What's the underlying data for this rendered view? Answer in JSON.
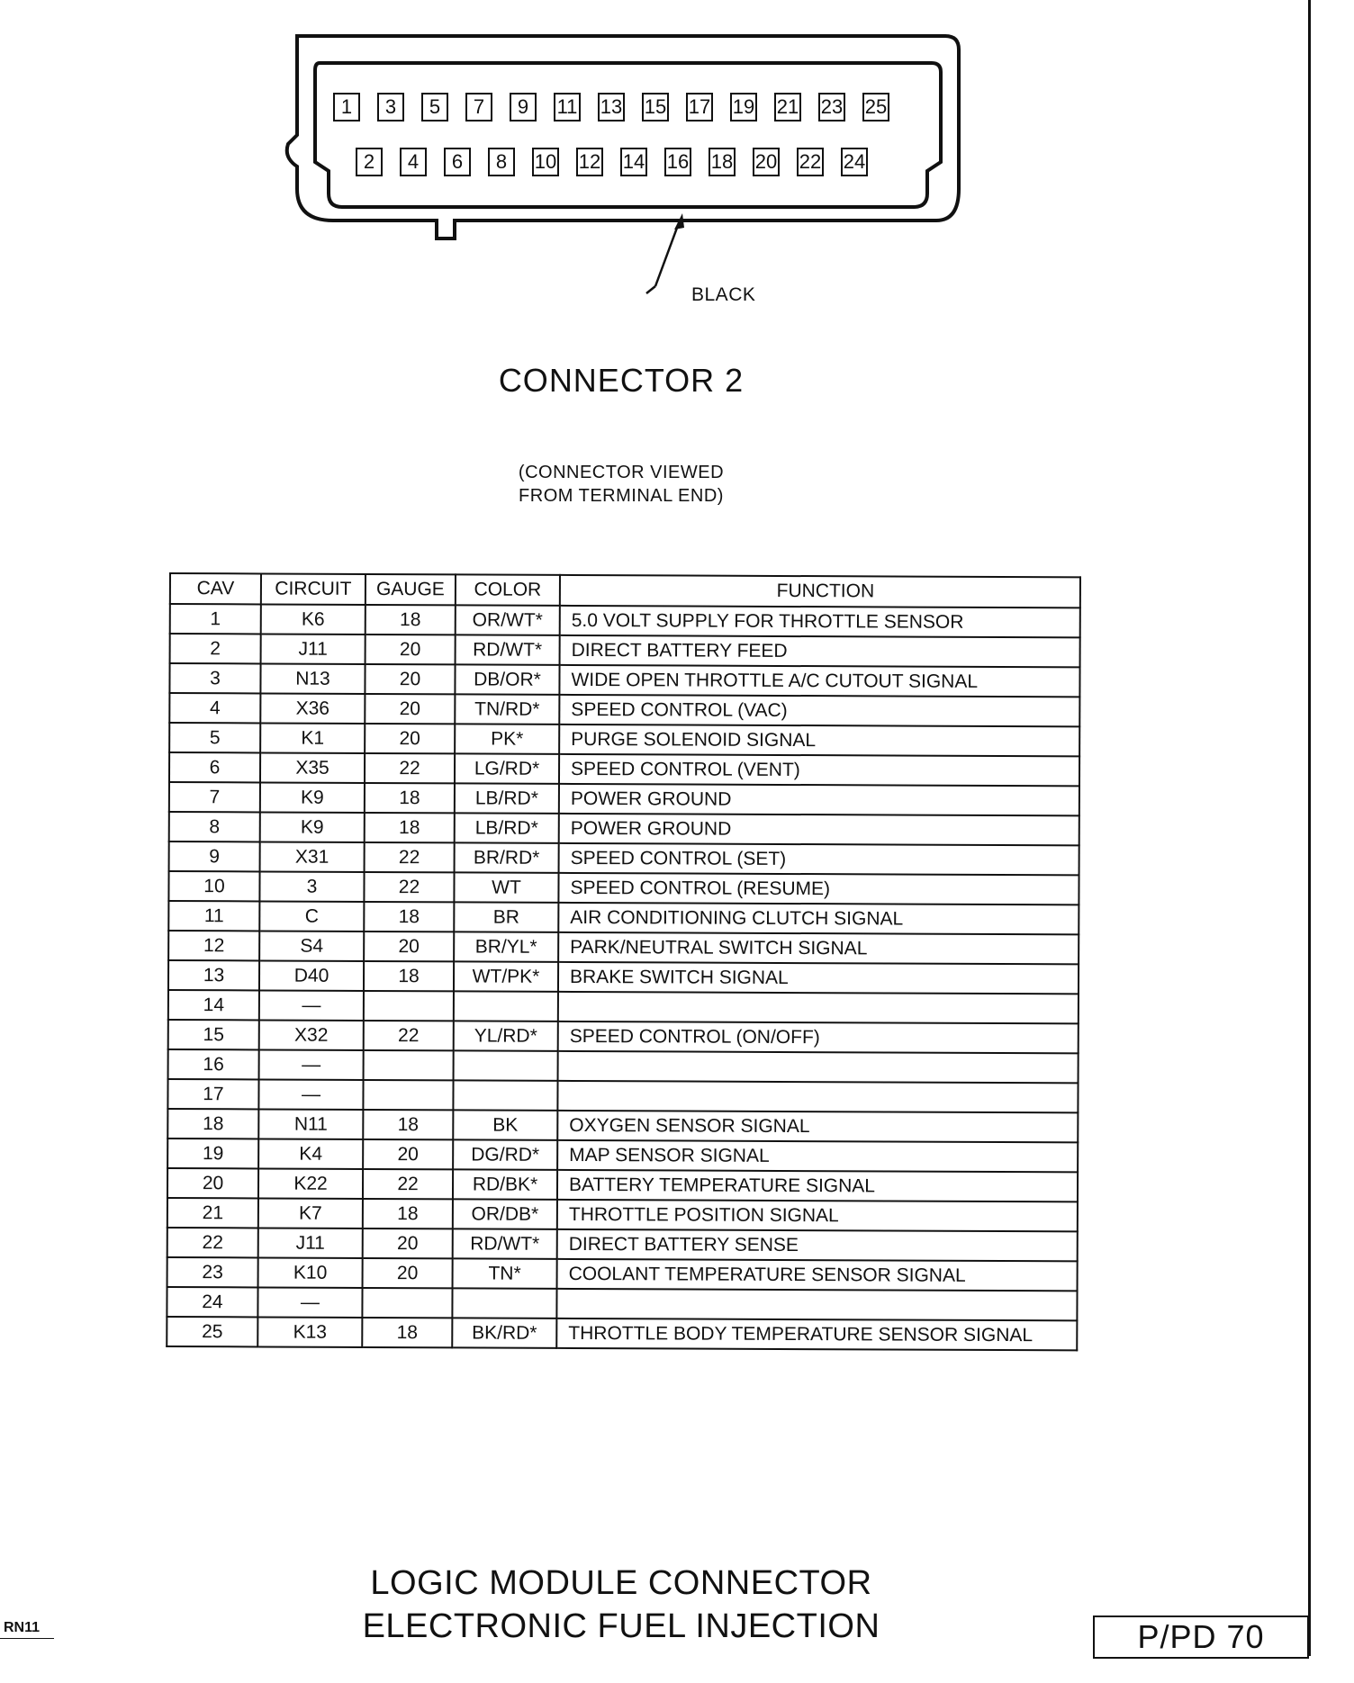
{
  "connector": {
    "top_row_pins": [
      "1",
      "3",
      "5",
      "7",
      "9",
      "11",
      "13",
      "15",
      "17",
      "19",
      "21",
      "23",
      "25"
    ],
    "bottom_row_pins": [
      "2",
      "4",
      "6",
      "8",
      "10",
      "12",
      "14",
      "16",
      "18",
      "20",
      "22",
      "24"
    ],
    "color_label": "BLACK"
  },
  "connector_title": "CONNECTOR 2",
  "view_note": {
    "line1": "(CONNECTOR VIEWED",
    "line2": "FROM TERMINAL END)"
  },
  "table": {
    "headers": {
      "cav": "CAV",
      "circuit": "CIRCUIT",
      "gauge": "GAUGE",
      "color": "COLOR",
      "function": "FUNCTION"
    },
    "rows": [
      {
        "cav": "1",
        "circuit": "K6",
        "gauge": "18",
        "color": "OR/WT*",
        "function": "5.0 VOLT SUPPLY FOR THROTTLE SENSOR"
      },
      {
        "cav": "2",
        "circuit": "J11",
        "gauge": "20",
        "color": "RD/WT*",
        "function": "DIRECT BATTERY FEED"
      },
      {
        "cav": "3",
        "circuit": "N13",
        "gauge": "20",
        "color": "DB/OR*",
        "function": "WIDE OPEN THROTTLE A/C CUTOUT SIGNAL"
      },
      {
        "cav": "4",
        "circuit": "X36",
        "gauge": "20",
        "color": "TN/RD*",
        "function": "SPEED CONTROL (VAC)"
      },
      {
        "cav": "5",
        "circuit": "K1",
        "gauge": "20",
        "color": "PK*",
        "function": "PURGE SOLENOID SIGNAL"
      },
      {
        "cav": "6",
        "circuit": "X35",
        "gauge": "22",
        "color": "LG/RD*",
        "function": "SPEED CONTROL (VENT)"
      },
      {
        "cav": "7",
        "circuit": "K9",
        "gauge": "18",
        "color": "LB/RD*",
        "function": "POWER GROUND"
      },
      {
        "cav": "8",
        "circuit": "K9",
        "gauge": "18",
        "color": "LB/RD*",
        "function": "POWER GROUND"
      },
      {
        "cav": "9",
        "circuit": "X31",
        "gauge": "22",
        "color": "BR/RD*",
        "function": "SPEED CONTROL (SET)"
      },
      {
        "cav": "10",
        "circuit": "3",
        "gauge": "22",
        "color": "WT",
        "function": "SPEED CONTROL (RESUME)"
      },
      {
        "cav": "11",
        "circuit": "C",
        "gauge": "18",
        "color": "BR",
        "function": "AIR CONDITIONING CLUTCH SIGNAL"
      },
      {
        "cav": "12",
        "circuit": "S4",
        "gauge": "20",
        "color": "BR/YL*",
        "function": "PARK/NEUTRAL SWITCH SIGNAL"
      },
      {
        "cav": "13",
        "circuit": "D40",
        "gauge": "18",
        "color": "WT/PK*",
        "function": "BRAKE SWITCH SIGNAL"
      },
      {
        "cav": "14",
        "circuit": "—",
        "gauge": "",
        "color": "",
        "function": ""
      },
      {
        "cav": "15",
        "circuit": "X32",
        "gauge": "22",
        "color": "YL/RD*",
        "function": "SPEED CONTROL (ON/OFF)"
      },
      {
        "cav": "16",
        "circuit": "—",
        "gauge": "",
        "color": "",
        "function": ""
      },
      {
        "cav": "17",
        "circuit": "—",
        "gauge": "",
        "color": "",
        "function": ""
      },
      {
        "cav": "18",
        "circuit": "N11",
        "gauge": "18",
        "color": "BK",
        "function": "OXYGEN SENSOR SIGNAL"
      },
      {
        "cav": "19",
        "circuit": "K4",
        "gauge": "20",
        "color": "DG/RD*",
        "function": "MAP SENSOR SIGNAL"
      },
      {
        "cav": "20",
        "circuit": "K22",
        "gauge": "22",
        "color": "RD/BK*",
        "function": "BATTERY TEMPERATURE SIGNAL"
      },
      {
        "cav": "21",
        "circuit": "K7",
        "gauge": "18",
        "color": "OR/DB*",
        "function": "THROTTLE POSITION SIGNAL"
      },
      {
        "cav": "22",
        "circuit": "J11",
        "gauge": "20",
        "color": "RD/WT*",
        "function": "DIRECT BATTERY SENSE"
      },
      {
        "cav": "23",
        "circuit": "K10",
        "gauge": "20",
        "color": "TN*",
        "function": "COOLANT TEMPERATURE SENSOR SIGNAL"
      },
      {
        "cav": "24",
        "circuit": "—",
        "gauge": "",
        "color": "",
        "function": ""
      },
      {
        "cav": "25",
        "circuit": "K13",
        "gauge": "18",
        "color": "BK/RD*",
        "function": "THROTTLE BODY TEMPERATURE SENSOR SIGNAL"
      }
    ]
  },
  "footer": {
    "title_line1": "LOGIC MODULE CONNECTOR",
    "title_line2": "ELECTRONIC FUEL INJECTION",
    "code": "RN11",
    "page": "P/PD 70"
  }
}
